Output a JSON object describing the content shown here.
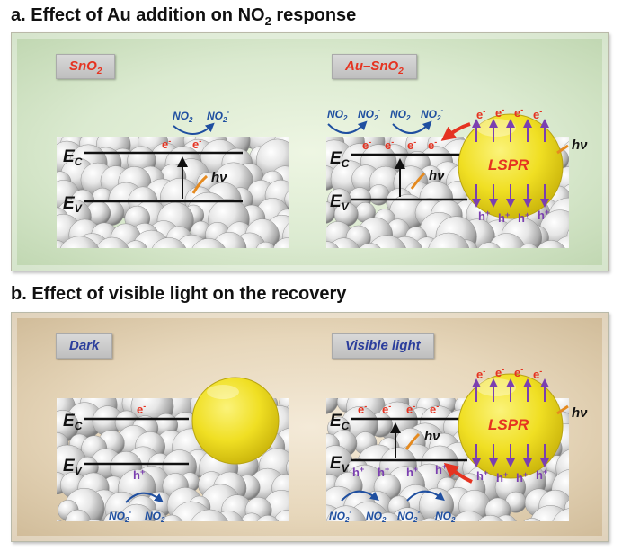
{
  "section_a": {
    "prefix": "a. Effect of Au addition on NO",
    "sub": "2",
    "suffix": " response",
    "left_tag": {
      "base": "SnO",
      "sub": "2"
    },
    "right_tag": {
      "base": "Au–SnO",
      "sub": "2"
    }
  },
  "section_b": {
    "title": "b. Effect of visible light on the recovery",
    "left_tag": "Dark",
    "right_tag": "Visible light"
  },
  "labels": {
    "ec": "E",
    "ec_sub": "C",
    "ev": "E",
    "ev_sub": "V",
    "electron": "e",
    "electron_sup": "-",
    "hole": "h",
    "hole_sup": "+",
    "hv": "hν",
    "lspr": "LSPR",
    "no2": "NO",
    "no2_sub": "2",
    "no2minus_sup": "-"
  },
  "colors": {
    "electron": "#e53321",
    "hole": "#7b3fb0",
    "molecule": "#1f4fa0",
    "gold": "#f1e22a",
    "arrow_red": "#e53321",
    "band_line": "#111111"
  }
}
